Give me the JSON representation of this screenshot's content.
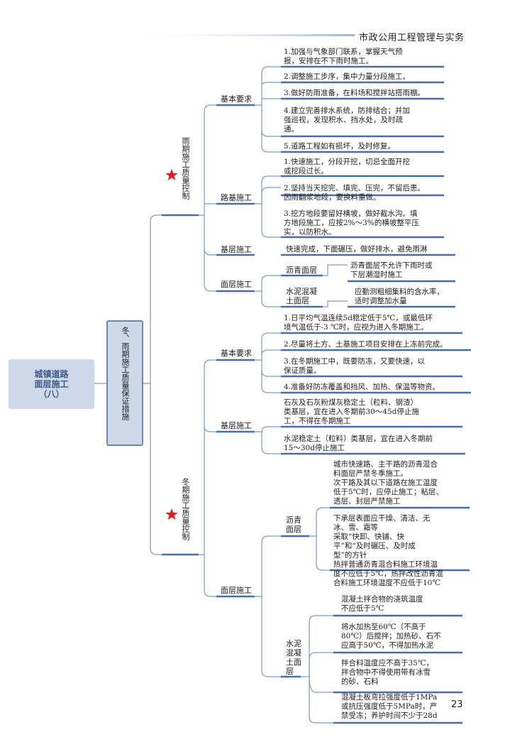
{
  "header": {
    "title": "市政公用工程管理与实务"
  },
  "page_number": "23",
  "root": {
    "label": "城镇道路\n面层施工\n（八）"
  },
  "main": {
    "label": "冬、雨期施工质量保证措施"
  },
  "rain": {
    "label": "雨期施工质量控制",
    "basic": {
      "label": "基本要求",
      "items": [
        [
          "1.加强与气象部门联系，掌握天气预",
          "报，安排在不下雨时施工。"
        ],
        [
          "2.调整施工步序，集中力量分段施工。"
        ],
        [
          "3.做好防雨准备，在料场和搅拌站搭雨棚。"
        ],
        [
          "4.建立完善排水系统，防排结合；并加",
          "强巡视，发现积水、挡水处，及时疏",
          "通。"
        ],
        [
          "5.道路工程如有损坏，及时修复。"
        ]
      ]
    },
    "subgrade": {
      "label": "路基施工",
      "items": [
        [
          "1.快速施工，分段开挖，切忌全面开挖",
          "或挖段过长。"
        ],
        [
          "2.坚持当天挖完、填完、压完，不留后患。",
          "因雨翻浆地段，要换料重做。"
        ],
        [
          "3.挖方地段要留好横坡，做好截水沟。填",
          "方地段施工，应按2%～3%的横坡整平压",
          "实，以防积水。"
        ]
      ]
    },
    "base": {
      "label": "基层施工",
      "text": "快速完成，下面碾压，做好排水，避免雨淋"
    },
    "surface": {
      "label": "面层施工",
      "asphalt": {
        "label": "沥青面层",
        "text": [
          "沥青面层不允许下雨时或",
          "下层潮湿时施工"
        ]
      },
      "concrete": {
        "label": [
          "水泥混凝",
          "土面层"
        ],
        "text": [
          "应勤测粗细集料的含水率，",
          "适时调整加水量"
        ]
      }
    }
  },
  "winter": {
    "label": "冬期施工质量控制",
    "basic": {
      "label": "基本要求",
      "items": [
        [
          "1.日平均气温连续5d稳定低于5℃，或最低环",
          "境气温低于-3 ℃时，应视为进入冬期施工。"
        ],
        [
          "2.尽量将土方、土基施工项目安排在上冻前完成。"
        ],
        [
          "3.在冬期施工中，既要防冻，又要快速，以",
          "保证质量。"
        ],
        [
          "4.准备好防冻覆盖和挡风、加热、保温等物资。"
        ]
      ]
    },
    "base": {
      "label": "基层施工",
      "items": [
        [
          "石灰及石灰粉煤灰稳定土（粒料、钢渣）",
          "类基层，宜在进入冬期前30～45d停止施",
          "工，不得在冬期施工"
        ],
        [
          "水泥稳定土（粒料）类基层，宜在进入冬期前",
          "15～30d停止施工"
        ]
      ]
    },
    "surface": {
      "label": "面层施工",
      "asphalt": {
        "label": [
          "沥青",
          "面层"
        ],
        "items": [
          [
            "城市快速路、主干路的沥青混合",
            "料面层严禁冬季施工。",
            "次干路及其以下道路在施工温度",
            "低于5℃时，应停止施工；粘层、",
            "透层、封层严禁施工"
          ],
          [
            "下承层表面应干燥、清洁、无",
            "冰、雪、霜等",
            "采取“快卸、快铺、快",
            "平”和“及时碾压、及时成",
            "型”的方针",
            "热拌普通沥青混合料施工环境温",
            "度不应低于5℃，热拌改性沥青混",
            "合料施工环境温度不应低于10℃"
          ]
        ]
      },
      "concrete": {
        "label": [
          "水泥",
          "混凝",
          "土面",
          "层"
        ],
        "items": [
          [
            "混凝土拌合物的浇筑温度",
            "不应低于5℃"
          ],
          [
            "将水加热至60℃（不高于",
            "80℃）后搅拌；加热砂、石不",
            "应高于50℃，不得加热水泥"
          ],
          [
            "拌合料温度应不高于35℃，",
            "拌合物中不得使用带有冰雪",
            "的砂、石料"
          ],
          [
            "混凝土板弯拉强度低于1MPa",
            "或抗压强度低于5MPa时，严",
            "禁受冻；养护时间不少于28d"
          ]
        ]
      }
    }
  },
  "colors": {
    "line": "#7f9ac4",
    "underline": "#4a6ea8",
    "star": "#e02020",
    "root_bg": "#cdd8e8",
    "root_text": "#3d5a8a"
  }
}
